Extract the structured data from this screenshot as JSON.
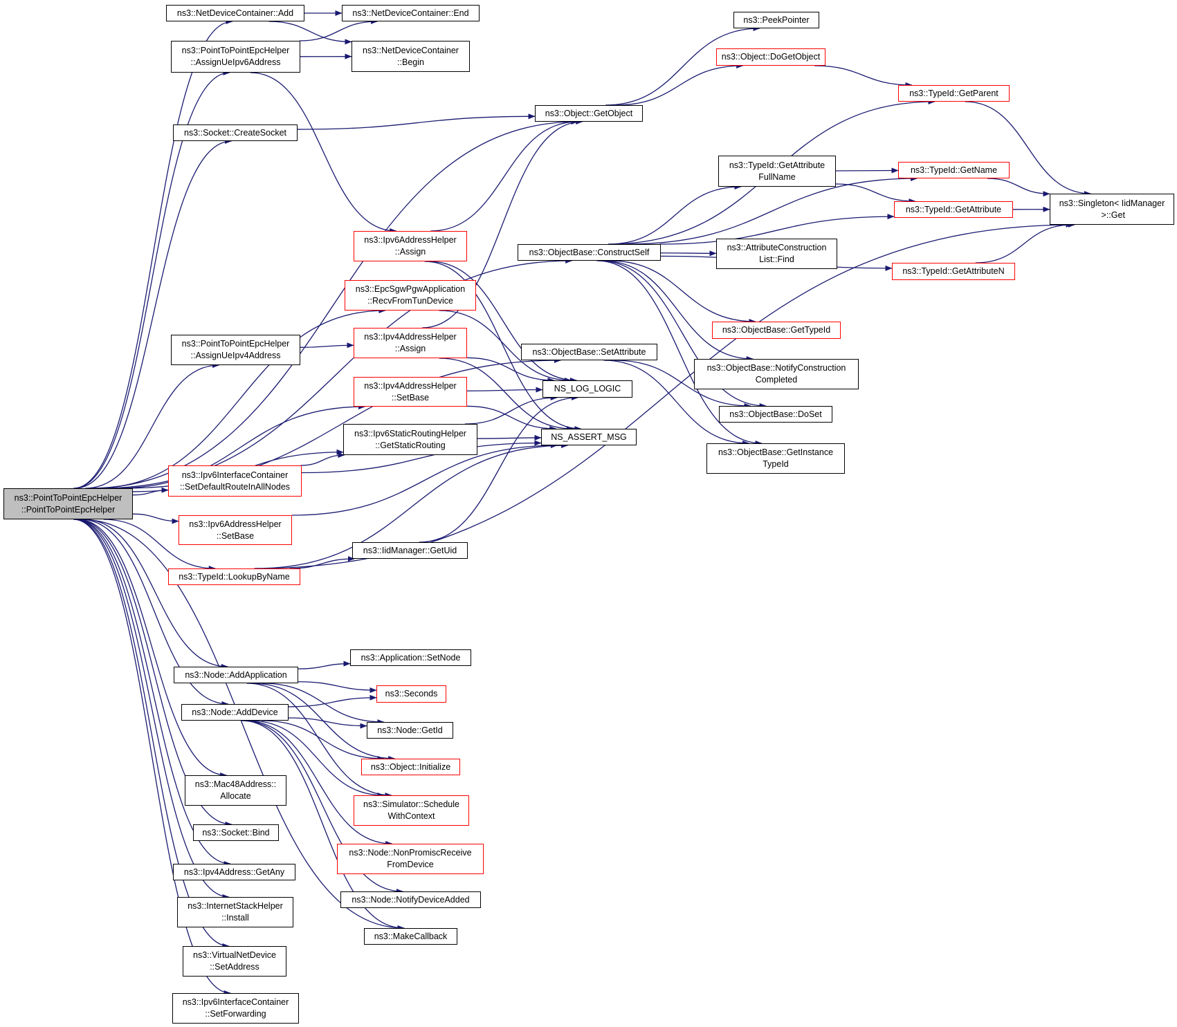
{
  "colors": {
    "edge": "#191970",
    "node_border": "#000000",
    "node_border_link_target": "#ff0000",
    "root_fill": "#bfbfbf",
    "background": "#ffffff"
  },
  "nodes": [
    {
      "id": "root",
      "label": "ns3::PointToPointEpcHelper\n::PointToPointEpcHelper",
      "style": "root"
    },
    {
      "id": "ndc_add",
      "label": "ns3::NetDeviceContainer::Add",
      "style": "black"
    },
    {
      "id": "p2p_ipv6",
      "label": "ns3::PointToPointEpcHelper\n::AssignUeIpv6Address",
      "style": "black"
    },
    {
      "id": "socket_create",
      "label": "ns3::Socket::CreateSocket",
      "style": "black"
    },
    {
      "id": "p2p_ipv4",
      "label": "ns3::PointToPointEpcHelper\n::AssignUeIpv4Address",
      "style": "black"
    },
    {
      "id": "ipv6ic_setdefault",
      "label": "ns3::Ipv6InterfaceContainer\n::SetDefaultRouteInAllNodes",
      "style": "red"
    },
    {
      "id": "ipv6ah_setbase",
      "label": "ns3::Ipv6AddressHelper\n::SetBase",
      "style": "red"
    },
    {
      "id": "typeid_lookup",
      "label": "ns3::TypeId::LookupByName",
      "style": "red"
    },
    {
      "id": "node_addapp",
      "label": "ns3::Node::AddApplication",
      "style": "black"
    },
    {
      "id": "node_adddev",
      "label": "ns3::Node::AddDevice",
      "style": "black"
    },
    {
      "id": "mac48",
      "label": "ns3::Mac48Address::\nAllocate",
      "style": "black"
    },
    {
      "id": "socket_bind",
      "label": "ns3::Socket::Bind",
      "style": "black"
    },
    {
      "id": "ipv4_getany",
      "label": "ns3::Ipv4Address::GetAny",
      "style": "black"
    },
    {
      "id": "ish_install",
      "label": "ns3::InternetStackHelper\n::Install",
      "style": "black"
    },
    {
      "id": "vnd_setaddr",
      "label": "ns3::VirtualNetDevice\n::SetAddress",
      "style": "black"
    },
    {
      "id": "ipv6ic_setfwd",
      "label": "ns3::Ipv6InterfaceContainer\n::SetForwarding",
      "style": "black"
    },
    {
      "id": "ndc_end",
      "label": "ns3::NetDeviceContainer::End",
      "style": "black"
    },
    {
      "id": "ndc_begin",
      "label": "ns3::NetDeviceContainer\n::Begin",
      "style": "black"
    },
    {
      "id": "ipv6ah_assign",
      "label": "ns3::Ipv6AddressHelper\n::Assign",
      "style": "red"
    },
    {
      "id": "epc_recv",
      "label": "ns3::EpcSgwPgwApplication\n::RecvFromTunDevice",
      "style": "red"
    },
    {
      "id": "ipv4ah_assign",
      "label": "ns3::Ipv4AddressHelper\n::Assign",
      "style": "red"
    },
    {
      "id": "ipv4ah_setbase",
      "label": "ns3::Ipv4AddressHelper\n::SetBase",
      "style": "red"
    },
    {
      "id": "ipv6sr_get",
      "label": "ns3::Ipv6StaticRoutingHelper\n::GetStaticRouting",
      "style": "black"
    },
    {
      "id": "iid_getuid",
      "label": "ns3::IidManager::GetUid",
      "style": "black"
    },
    {
      "id": "app_setnode",
      "label": "ns3::Application::SetNode",
      "style": "black"
    },
    {
      "id": "seconds",
      "label": "ns3::Seconds",
      "style": "red"
    },
    {
      "id": "node_getid",
      "label": "ns3::Node::GetId",
      "style": "black"
    },
    {
      "id": "obj_init",
      "label": "ns3::Object::Initialize",
      "style": "red"
    },
    {
      "id": "sim_sched",
      "label": "ns3::Simulator::Schedule\nWithContext",
      "style": "red"
    },
    {
      "id": "node_npr",
      "label": "ns3::Node::NonPromiscReceive\nFromDevice",
      "style": "red"
    },
    {
      "id": "node_nda",
      "label": "ns3::Node::NotifyDeviceAdded",
      "style": "black"
    },
    {
      "id": "makecb",
      "label": "ns3::MakeCallback",
      "style": "black"
    },
    {
      "id": "obj_getobj",
      "label": "ns3::Object::GetObject",
      "style": "black"
    },
    {
      "id": "ob_construct",
      "label": "ns3::ObjectBase::ConstructSelf",
      "style": "black"
    },
    {
      "id": "ob_setattr",
      "label": "ns3::ObjectBase::SetAttribute",
      "style": "black"
    },
    {
      "id": "log_logic",
      "label": "NS_LOG_LOGIC",
      "style": "black"
    },
    {
      "id": "assert_msg",
      "label": "NS_ASSERT_MSG",
      "style": "black"
    },
    {
      "id": "peekptr",
      "label": "ns3::PeekPointer",
      "style": "black"
    },
    {
      "id": "obj_dogetobj",
      "label": "ns3::Object::DoGetObject",
      "style": "red"
    },
    {
      "id": "tid_getattrfull",
      "label": "ns3::TypeId::GetAttribute\nFullName",
      "style": "black"
    },
    {
      "id": "acl_find",
      "label": "ns3::AttributeConstruction\nList::Find",
      "style": "black"
    },
    {
      "id": "ob_gettid",
      "label": "ns3::ObjectBase::GetTypeId",
      "style": "red"
    },
    {
      "id": "ob_notify",
      "label": "ns3::ObjectBase::NotifyConstruction\nCompleted",
      "style": "black"
    },
    {
      "id": "ob_doset",
      "label": "ns3::ObjectBase::DoSet",
      "style": "black"
    },
    {
      "id": "ob_getinst",
      "label": "ns3::ObjectBase::GetInstance\nTypeId",
      "style": "black"
    },
    {
      "id": "tid_getparent",
      "label": "ns3::TypeId::GetParent",
      "style": "red"
    },
    {
      "id": "tid_getname",
      "label": "ns3::TypeId::GetName",
      "style": "red"
    },
    {
      "id": "tid_getattr",
      "label": "ns3::TypeId::GetAttribute",
      "style": "red"
    },
    {
      "id": "tid_getattrn",
      "label": "ns3::TypeId::GetAttributeN",
      "style": "red"
    },
    {
      "id": "singleton",
      "label": "ns3::Singleton< IidManager\n >::Get",
      "style": "black"
    }
  ],
  "edges": [
    [
      "root",
      "ndc_add"
    ],
    [
      "root",
      "p2p_ipv6"
    ],
    [
      "root",
      "obj_getobj"
    ],
    [
      "root",
      "socket_create"
    ],
    [
      "root",
      "ob_construct"
    ],
    [
      "root",
      "ob_setattr"
    ],
    [
      "root",
      "epc_recv"
    ],
    [
      "root",
      "p2p_ipv4"
    ],
    [
      "root",
      "ipv4ah_setbase"
    ],
    [
      "root",
      "ipv6sr_get"
    ],
    [
      "root",
      "ipv6ic_setdefault"
    ],
    [
      "root",
      "ipv6ah_setbase"
    ],
    [
      "root",
      "typeid_lookup"
    ],
    [
      "root",
      "node_addapp"
    ],
    [
      "root",
      "node_adddev"
    ],
    [
      "root",
      "makecb"
    ],
    [
      "root",
      "mac48"
    ],
    [
      "root",
      "socket_bind"
    ],
    [
      "root",
      "ipv4_getany"
    ],
    [
      "root",
      "ish_install"
    ],
    [
      "root",
      "vnd_setaddr"
    ],
    [
      "root",
      "ipv6ic_setfwd"
    ],
    [
      "ndc_add",
      "ndc_end"
    ],
    [
      "ndc_add",
      "ndc_begin"
    ],
    [
      "p2p_ipv6",
      "ndc_end"
    ],
    [
      "p2p_ipv6",
      "ndc_begin"
    ],
    [
      "p2p_ipv6",
      "ipv6ah_assign"
    ],
    [
      "socket_create",
      "obj_getobj"
    ],
    [
      "p2p_ipv4",
      "ipv4ah_assign"
    ],
    [
      "ipv6ic_setdefault",
      "ipv6sr_get"
    ],
    [
      "ipv6ic_setdefault",
      "assert_msg"
    ],
    [
      "ipv6ah_setbase",
      "assert_msg"
    ],
    [
      "typeid_lookup",
      "iid_getuid"
    ],
    [
      "typeid_lookup",
      "assert_msg"
    ],
    [
      "typeid_lookup",
      "singleton"
    ],
    [
      "node_addapp",
      "app_setnode"
    ],
    [
      "node_addapp",
      "seconds"
    ],
    [
      "node_addapp",
      "node_getid"
    ],
    [
      "node_addapp",
      "obj_init"
    ],
    [
      "node_addapp",
      "sim_sched"
    ],
    [
      "node_adddev",
      "seconds"
    ],
    [
      "node_adddev",
      "node_getid"
    ],
    [
      "node_adddev",
      "obj_init"
    ],
    [
      "node_adddev",
      "sim_sched"
    ],
    [
      "node_adddev",
      "node_npr"
    ],
    [
      "node_adddev",
      "node_nda"
    ],
    [
      "node_adddev",
      "makecb"
    ],
    [
      "ipv6ah_assign",
      "obj_getobj"
    ],
    [
      "ipv6ah_assign",
      "log_logic"
    ],
    [
      "ipv6ah_assign",
      "assert_msg"
    ],
    [
      "epc_recv",
      "log_logic"
    ],
    [
      "ipv4ah_assign",
      "obj_getobj"
    ],
    [
      "ipv4ah_assign",
      "log_logic"
    ],
    [
      "ipv4ah_assign",
      "assert_msg"
    ],
    [
      "ipv4ah_setbase",
      "log_logic"
    ],
    [
      "ipv4ah_setbase",
      "assert_msg"
    ],
    [
      "ipv6sr_get",
      "log_logic"
    ],
    [
      "ipv6sr_get",
      "assert_msg"
    ],
    [
      "iid_getuid",
      "log_logic"
    ],
    [
      "obj_getobj",
      "peekptr"
    ],
    [
      "obj_getobj",
      "obj_dogetobj"
    ],
    [
      "obj_dogetobj",
      "tid_getparent"
    ],
    [
      "ob_construct",
      "tid_getparent"
    ],
    [
      "ob_construct",
      "tid_getname"
    ],
    [
      "ob_construct",
      "tid_getattrfull"
    ],
    [
      "ob_construct",
      "tid_getattr"
    ],
    [
      "ob_construct",
      "acl_find"
    ],
    [
      "ob_construct",
      "tid_getattrn"
    ],
    [
      "ob_construct",
      "ob_gettid"
    ],
    [
      "ob_construct",
      "ob_notify"
    ],
    [
      "ob_construct",
      "ob_doset"
    ],
    [
      "ob_construct",
      "ob_getinst"
    ],
    [
      "ob_setattr",
      "ob_doset"
    ],
    [
      "ob_setattr",
      "ob_getinst"
    ],
    [
      "tid_getattrfull",
      "tid_getname"
    ],
    [
      "tid_getattrfull",
      "tid_getattr"
    ],
    [
      "tid_getparent",
      "singleton"
    ],
    [
      "tid_getname",
      "singleton"
    ],
    [
      "tid_getattr",
      "singleton"
    ],
    [
      "tid_getattrn",
      "singleton"
    ]
  ]
}
